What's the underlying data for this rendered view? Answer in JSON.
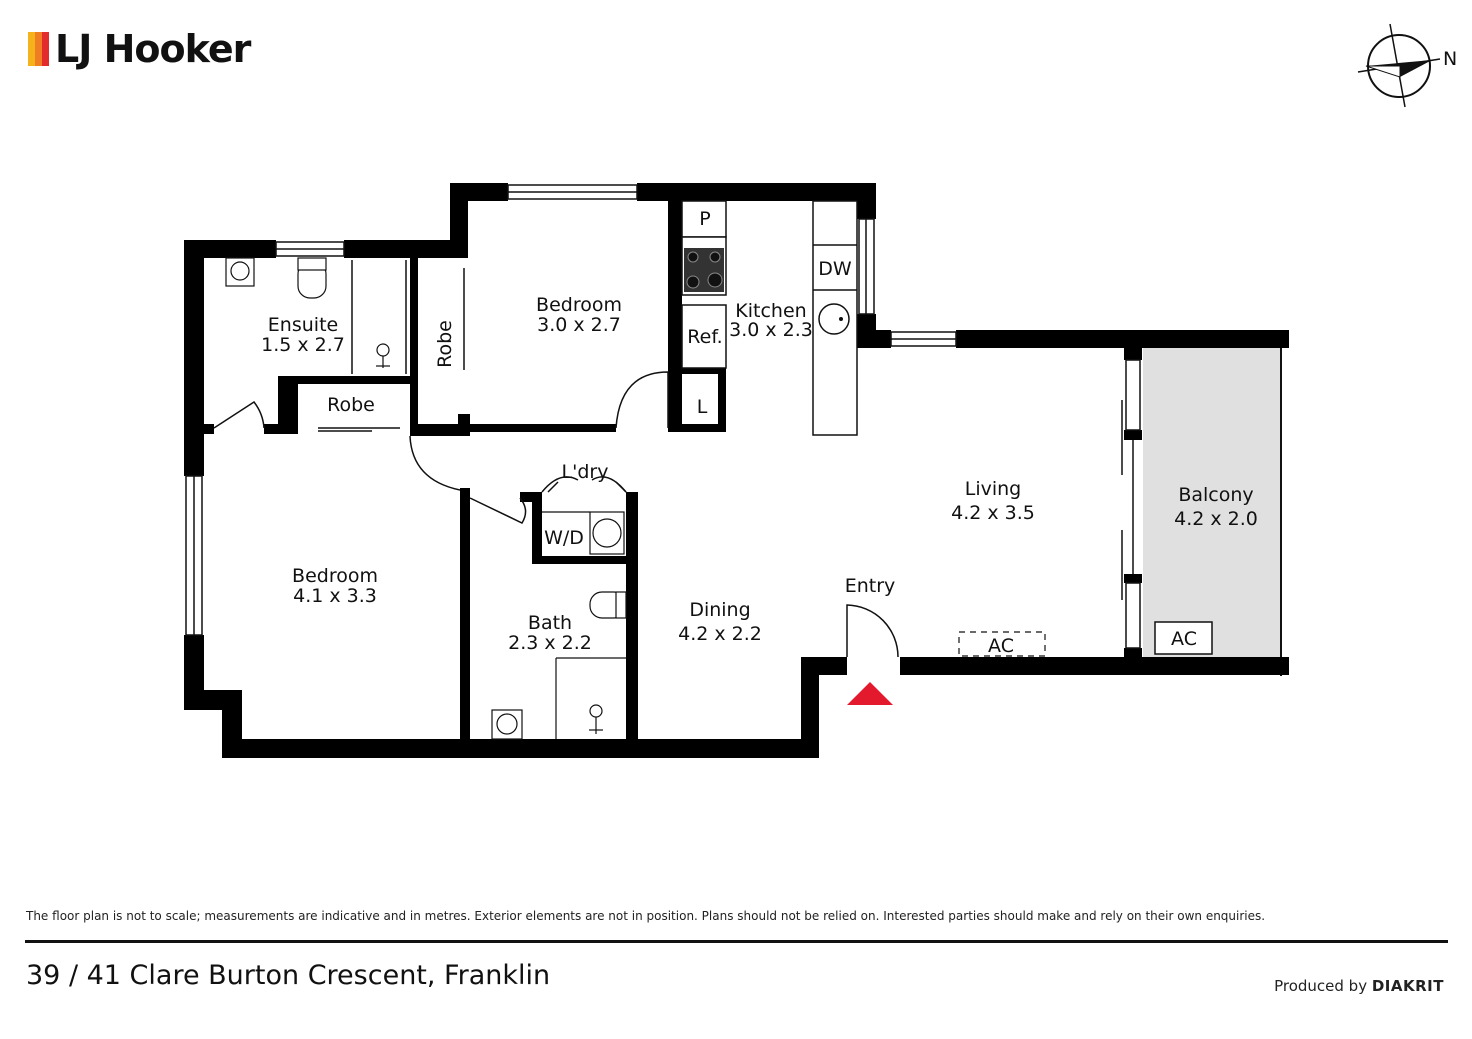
{
  "brand": {
    "name": "LJ Hooker",
    "bar_colors": [
      "#f6b21b",
      "#ef7d22",
      "#e42c2c"
    ]
  },
  "compass": {
    "label": "N"
  },
  "rooms": {
    "ensuite": {
      "name": "Ensuite",
      "dims": "1.5 x 2.7"
    },
    "bedroom2": {
      "name": "Bedroom",
      "dims": "3.0 x 2.7"
    },
    "kitchen": {
      "name": "Kitchen",
      "dims": "3.0 x 2.3"
    },
    "bedroom1": {
      "name": "Bedroom",
      "dims": "4.1 x 3.3"
    },
    "bath": {
      "name": "Bath",
      "dims": "2.3 x 2.2"
    },
    "dining": {
      "name": "Dining",
      "dims": "4.2 x 2.2"
    },
    "living": {
      "name": "Living",
      "dims": "4.2 x 3.5"
    },
    "balcony": {
      "name": "Balcony",
      "dims": "4.2 x 2.0"
    }
  },
  "labels": {
    "robe_ensuite": "Robe",
    "robe_bedroom2": "Robe",
    "pantry": "P",
    "dishwasher": "DW",
    "fridge": "Ref.",
    "linen": "L",
    "laundry": "L'dry",
    "washer_dryer": "W/D",
    "entry": "Entry",
    "ac_living": "AC",
    "ac_balcony": "AC"
  },
  "colors": {
    "wall": "#000000",
    "balcony_fill": "#e0e0e0",
    "entry_marker": "#e3192d"
  },
  "footer": {
    "disclaimer": "The floor plan is not to scale; measurements are indicative and in metres. Exterior elements are not in position. Plans should not be relied on. Interested parties should make and rely on their own enquiries.",
    "address": "39 / 41 Clare Burton Crescent, Franklin",
    "produced_by": "Produced by",
    "producer": "DIAKRIT"
  }
}
